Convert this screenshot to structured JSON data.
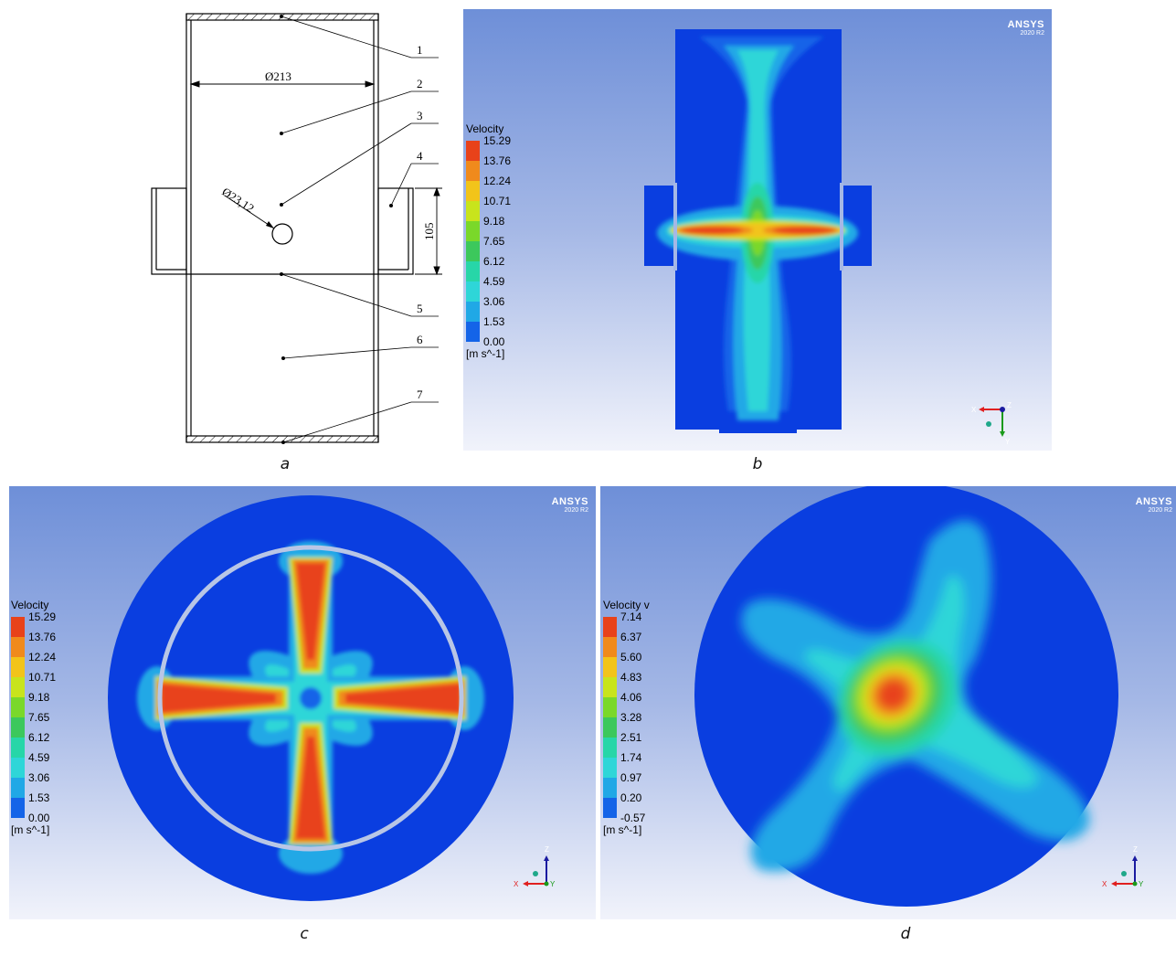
{
  "panel_a": {
    "diameter_outer": "Ø213",
    "diameter_hole": "Ø23,12",
    "height_dim": "105",
    "callouts": [
      "1",
      "2",
      "3",
      "4",
      "5",
      "6",
      "7"
    ],
    "caption": "a"
  },
  "panel_b": {
    "legend_title": "Velocity",
    "unit": "[m s^-1]",
    "ticks": [
      "15.29",
      "13.76",
      "12.24",
      "10.71",
      "9.18",
      "7.65",
      "6.12",
      "4.59",
      "3.06",
      "1.53",
      "0.00"
    ],
    "brand": "ANSYS",
    "version": "2020 R2",
    "axes": {
      "x": "X",
      "y": "Y",
      "z": "Z"
    },
    "caption": "b"
  },
  "panel_c": {
    "legend_title": "Velocity",
    "unit": "[m s^-1]",
    "ticks": [
      "15.29",
      "13.76",
      "12.24",
      "10.71",
      "9.18",
      "7.65",
      "6.12",
      "4.59",
      "3.06",
      "1.53",
      "0.00"
    ],
    "brand": "ANSYS",
    "version": "2020 R2",
    "axes": {
      "x": "X",
      "y": "Y",
      "z": "Z"
    },
    "caption": "c"
  },
  "panel_d": {
    "legend_title": "Velocity v",
    "unit": "[m s^-1]",
    "ticks": [
      "7.14",
      "6.37",
      "5.60",
      "4.83",
      "4.06",
      "3.28",
      "2.51",
      "1.74",
      "0.97",
      "0.20",
      "-0.57"
    ],
    "brand": "ANSYS",
    "version": "2020 R2",
    "axes": {
      "x": "X",
      "y": "Y",
      "z": "Z"
    },
    "caption": "d"
  },
  "colors": {
    "contour": [
      "#e8421a",
      "#f08a1c",
      "#f2c41a",
      "#c8e41c",
      "#7ad82a",
      "#3cc85c",
      "#27d6a8",
      "#2ed6d8",
      "#20a8e6",
      "#1464e8",
      "#0a3ee0"
    ],
    "background_top": "#6e8fd8",
    "background_bottom": "#f1f3fb"
  }
}
